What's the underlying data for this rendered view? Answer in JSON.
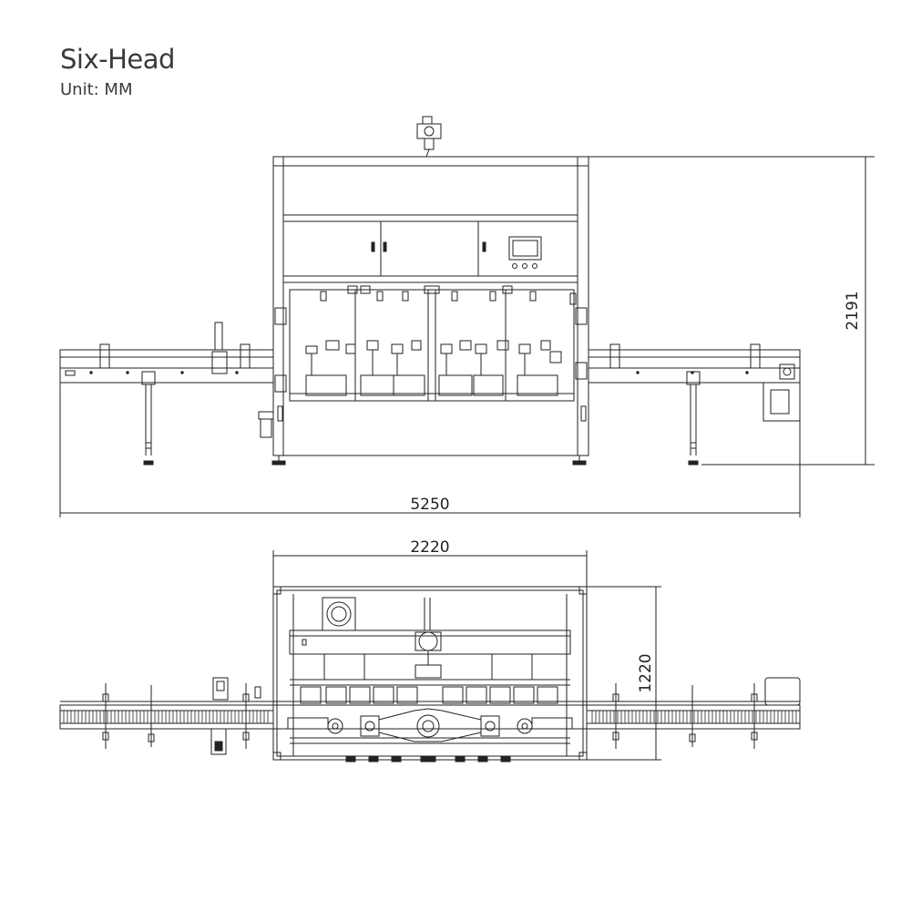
{
  "header": {
    "title": "Six-Head",
    "unit": "Unit: MM"
  },
  "dimensions": {
    "front_overall_length": "5250",
    "front_height": "2191",
    "top_frame_width": "2220",
    "top_frame_depth": "1220"
  },
  "colors": {
    "line": "#222222",
    "text": "#3a3a3a"
  }
}
